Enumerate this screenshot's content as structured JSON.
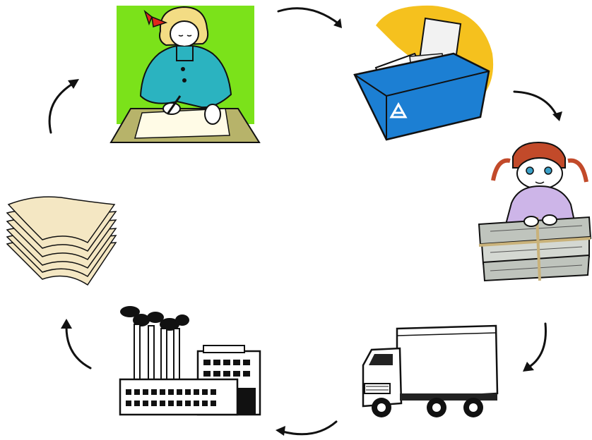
{
  "diagram": {
    "type": "cycle",
    "direction": "clockwise",
    "colors": {
      "outline": "#111111",
      "arrow": "#111111",
      "green_background": "#7be21a",
      "teal_sweater": "#2bb3c0",
      "recycle_bin_blue": "#1c7fd3",
      "yellow_sun": "#f5c11e",
      "hair_blonde": "#f3dc84",
      "bow_red": "#e1261c",
      "desk_olive": "#b7b36a",
      "hair_red": "#c24a2a",
      "shirt_lilac": "#cdb5e8",
      "paper_cream": "#f4e7c3",
      "newspaper_gray": "#bfc4bd"
    },
    "nodes": [
      {
        "id": "writing-on-paper",
        "icon": "girl-writing-icon"
      },
      {
        "id": "recycling-bin",
        "icon": "recycle-bin-icon"
      },
      {
        "id": "bundling-paper",
        "icon": "girl-with-newspapers-icon"
      },
      {
        "id": "collection-truck",
        "icon": "truck-icon"
      },
      {
        "id": "recycling-factory",
        "icon": "factory-icon"
      },
      {
        "id": "new-paper",
        "icon": "paper-stack-icon"
      }
    ]
  }
}
